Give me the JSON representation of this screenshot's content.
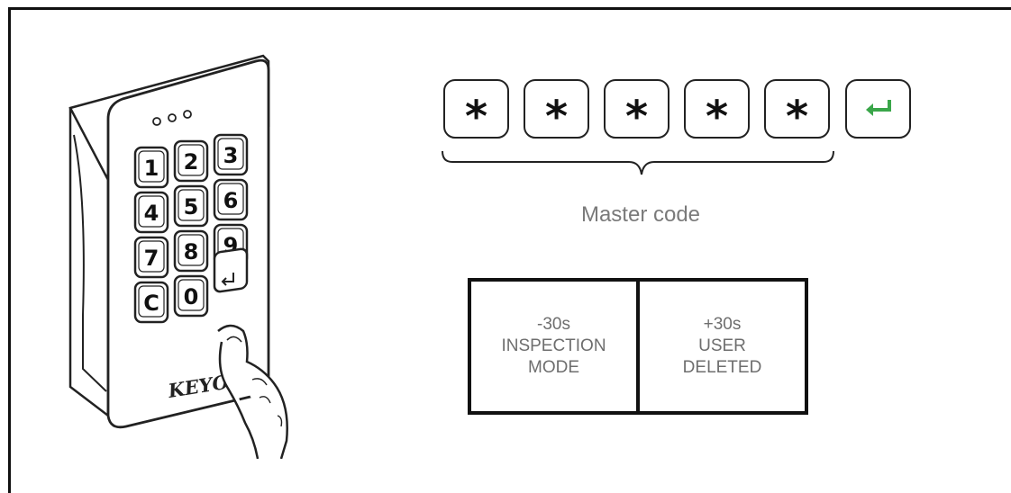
{
  "keypad": {
    "brand": "KEYO",
    "keys": [
      {
        "label": "1",
        "name": "key-1"
      },
      {
        "label": "2",
        "name": "key-2"
      },
      {
        "label": "3",
        "name": "key-3"
      },
      {
        "label": "4",
        "name": "key-4"
      },
      {
        "label": "5",
        "name": "key-5"
      },
      {
        "label": "6",
        "name": "key-6"
      },
      {
        "label": "7",
        "name": "key-7"
      },
      {
        "label": "8",
        "name": "key-8"
      },
      {
        "label": "9",
        "name": "key-9"
      },
      {
        "label": "C",
        "name": "key-clear"
      },
      {
        "label": "0",
        "name": "key-0"
      }
    ],
    "enter_icon": "enter-arrow-icon",
    "finger_icon": "pressing-finger-icon"
  },
  "code_entry": {
    "keys": [
      "*",
      "*",
      "*",
      "*",
      "*"
    ],
    "enter_icon": "enter-arrow-icon",
    "enter_color": "#3aa64a",
    "label": "Master code"
  },
  "modes": {
    "left": {
      "lines": [
        "-30s",
        "INSPECTION",
        "MODE"
      ]
    },
    "right": {
      "lines": [
        "+30s",
        "USER",
        "DELETED"
      ]
    }
  }
}
